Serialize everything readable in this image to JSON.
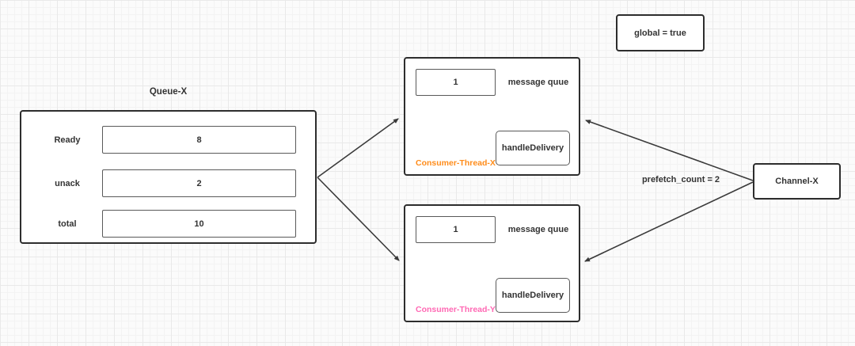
{
  "diagram": {
    "queue": {
      "title": "Queue-X",
      "rows": [
        {
          "label": "Ready",
          "value": "8"
        },
        {
          "label": "unack",
          "value": "2"
        },
        {
          "label": "total",
          "value": "10"
        }
      ]
    },
    "consumers": [
      {
        "name": "Consumer-Thread-X",
        "name_color": "#ff8c1a",
        "slot_value": "1",
        "queue_label": "message quue",
        "handler_label": "handleDelivery"
      },
      {
        "name": "Consumer-Thread-Y",
        "name_color": "#ff69b4",
        "slot_value": "1",
        "queue_label": "message quue",
        "handler_label": "handleDelivery"
      }
    ],
    "channel": {
      "label": "Channel-X"
    },
    "notes": {
      "global": "global = true",
      "prefetch": "prefetch_count = 2"
    },
    "colors": {
      "shape_border": "#2d2d2d",
      "inner_border": "#595959",
      "text": "#333333",
      "connector": "#3a3a3a",
      "consumer_x_accent": "#ff8c1a",
      "consumer_y_accent": "#ff69b4",
      "canvas_background": "#fbfbfb",
      "grid_line": "#e9e9e9"
    }
  }
}
